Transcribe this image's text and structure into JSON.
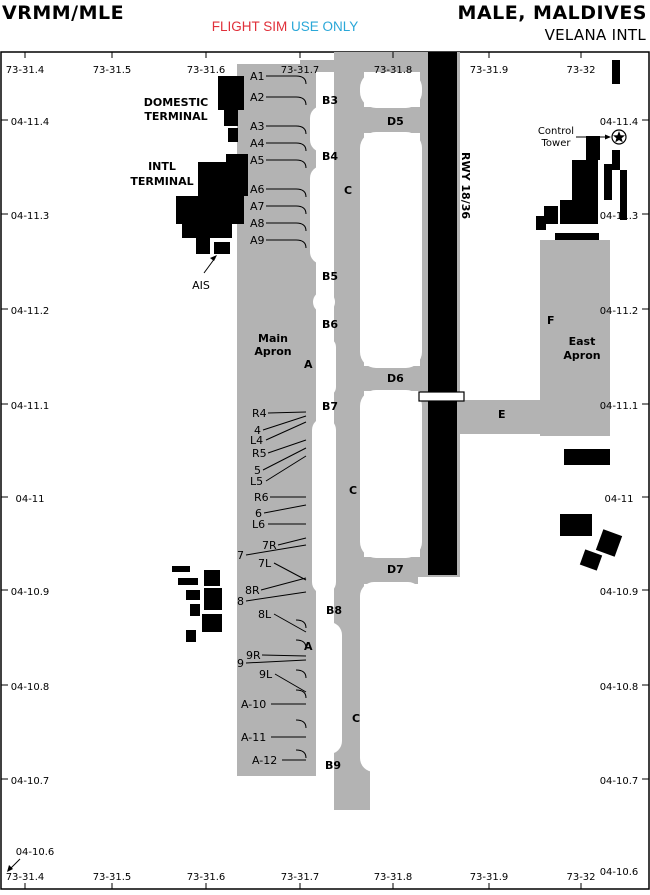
{
  "header": {
    "code": "VRMM/MLE",
    "location": "MALE, MALDIVES",
    "airport_name": "VELANA INTL",
    "disclaimer_red": "FLIGHT SIM",
    "disclaimer_blue": "USE ONLY"
  },
  "colors": {
    "pavement": "#b3b3b3",
    "runway": "#000000",
    "buildings": "#000000",
    "disclaimer_red": "#e0303a",
    "disclaimer_blue": "#2aa7d8"
  },
  "coords": {
    "longitudes": [
      "73-31.4",
      "73-31.5",
      "73-31.6",
      "73-31.7",
      "73-31.8",
      "73-31.9",
      "73-32"
    ],
    "latitudes": [
      "04-11.4",
      "04-11.3",
      "04-11.2",
      "04-11.1",
      "04-11",
      "04-10.9",
      "04-10.8",
      "04-10.7"
    ],
    "corner_latitude": "04-10.6"
  },
  "runway": {
    "label": "RWY 18/36"
  },
  "taxiways": {
    "B3": "B3",
    "B4": "B4",
    "B5": "B5",
    "B6": "B6",
    "B7": "B7",
    "B8": "B8",
    "B9": "B9",
    "C": "C",
    "A": "A",
    "D5": "D5",
    "D6": "D6",
    "D7": "D7",
    "E": "E",
    "F": "F"
  },
  "areas": {
    "domestic_line1": "DOMESTIC",
    "domestic_line2": "TERMINAL",
    "intl_line1": "INTL",
    "intl_line2": "TERMINAL",
    "main_apron_line1": "Main",
    "main_apron_line2": "Apron",
    "east_apron_line1": "East",
    "east_apron_line2": "Apron",
    "ais": "AIS",
    "tower_line1": "Control",
    "tower_line2": "Tower"
  },
  "gates": {
    "upper": [
      "A1",
      "A2",
      "A3",
      "A4",
      "A5",
      "A6",
      "A7",
      "A8",
      "A9"
    ],
    "lower": [
      "R4",
      "4",
      "L4",
      "R5",
      "5",
      "L5",
      "R6",
      "6",
      "L6",
      "7R",
      "7",
      "7L",
      "8R",
      "8",
      "8L",
      "9R",
      "9",
      "9L",
      "A-10",
      "A-11",
      "A-12"
    ]
  }
}
